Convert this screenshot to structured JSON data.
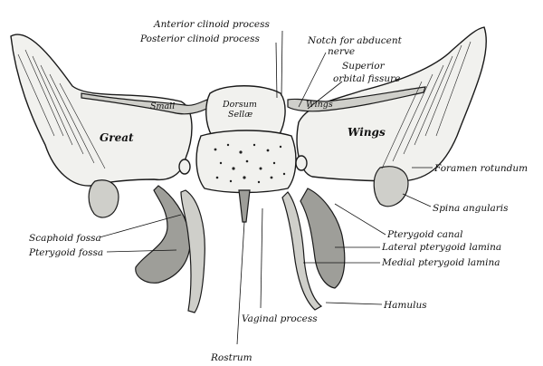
{
  "figure": {
    "labels": {
      "anterior_clinoid": "Anterior clinoid process",
      "posterior_clinoid": "Posterior clinoid process",
      "notch_abducent_1": "Notch for abducent",
      "notch_abducent_2": "nerve",
      "superior_orbital_1": "Superior",
      "superior_orbital_2": "orbital fissure",
      "small": "Small",
      "wings_small": "Wings",
      "dorsum": "Dorsum",
      "sellae": "Sellæ",
      "great": "Great",
      "wings_great": "Wings",
      "foramen_rotundum": "Foramen rotundum",
      "spina_angularis": "Spina angularis",
      "pterygoid_canal": "Pterygoid canal",
      "lateral_pterygoid": "Lateral pterygoid lamina",
      "medial_pterygoid": "Medial pterygoid lamina",
      "hamulus": "Hamulus",
      "vaginal_process": "Vaginal process",
      "rostrum": "Rostrum",
      "scaphoid_fossa": "Scaphoid fossa",
      "pterygoid_fossa": "Pterygoid fossa"
    }
  }
}
